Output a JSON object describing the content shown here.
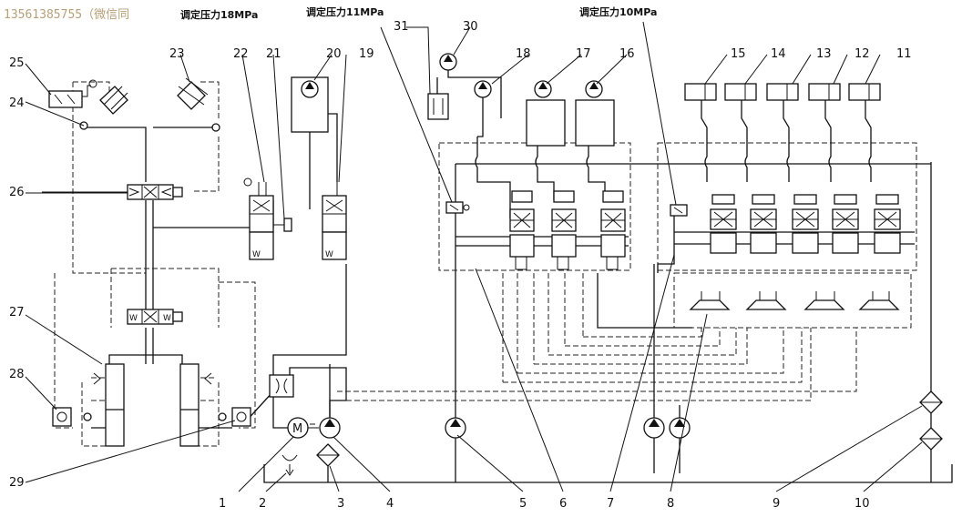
{
  "watermark": "13561385755（微信同",
  "pressure_labels": {
    "p18": "调定压力18MPa",
    "p11": "调定压力11MPa",
    "p10": "调定压力10MPa"
  },
  "callouts": [
    "1",
    "2",
    "3",
    "4",
    "5",
    "6",
    "7",
    "8",
    "9",
    "10",
    "11",
    "12",
    "13",
    "14",
    "15",
    "16",
    "17",
    "18",
    "19",
    "20",
    "21",
    "22",
    "23",
    "24",
    "25",
    "26",
    "27",
    "28",
    "29",
    "30",
    "31"
  ]
}
